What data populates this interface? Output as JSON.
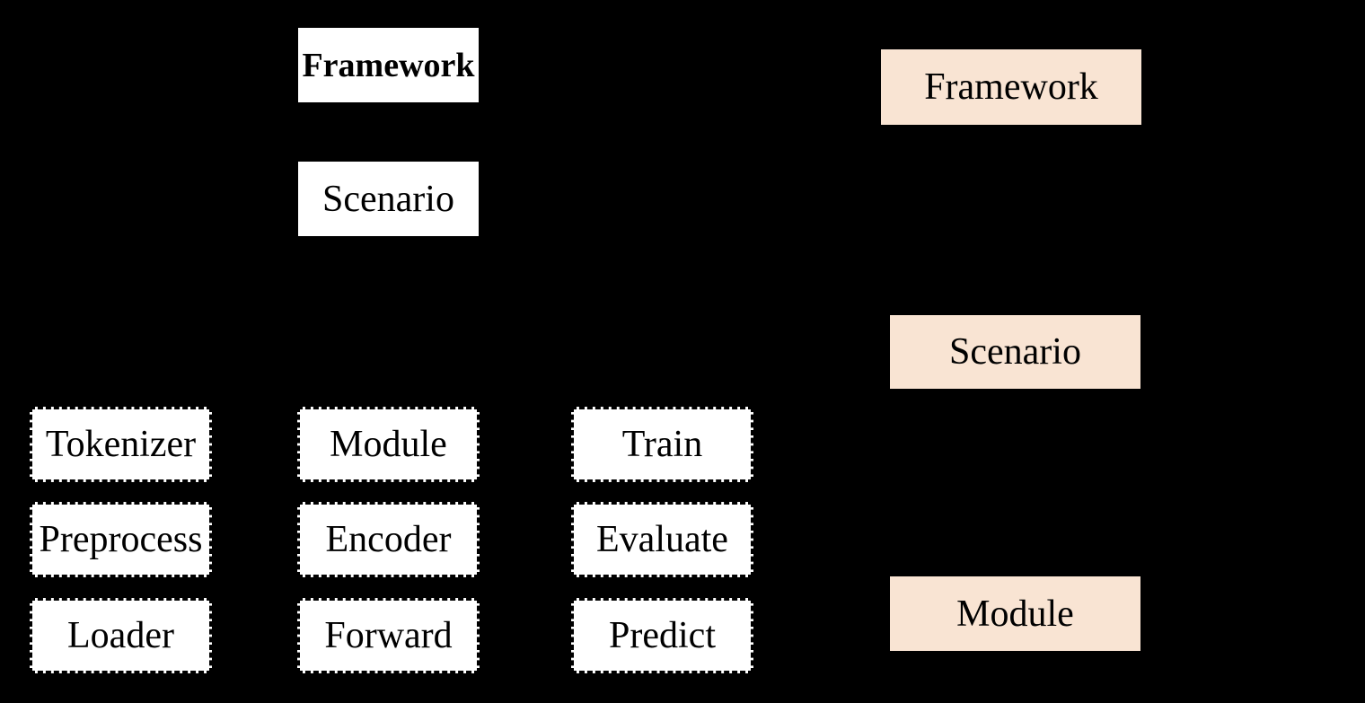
{
  "left": {
    "framework": "Framework",
    "scenario": "Scenario",
    "grid": [
      [
        "Tokenizer",
        "Module",
        "Train"
      ],
      [
        "Preprocess",
        "Encoder",
        "Evaluate"
      ],
      [
        "Loader",
        "Forward",
        "Predict"
      ]
    ]
  },
  "right": {
    "framework": "Framework",
    "scenario": "Scenario",
    "module": "Module"
  },
  "colors": {
    "background": "#000000",
    "solid_box_fill": "#ffffff",
    "dashed_box_fill": "#ffffff",
    "dashed_border": "#000000",
    "peach_box_fill": "#f9e4d3",
    "text": "#000000"
  }
}
